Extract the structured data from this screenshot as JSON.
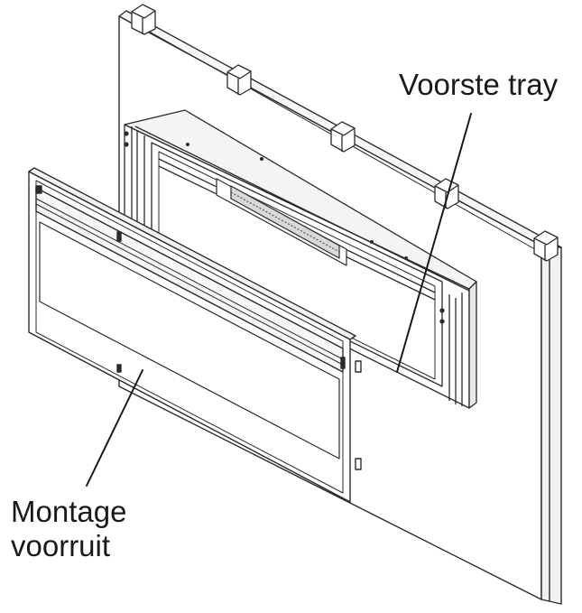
{
  "labels": {
    "front_tray": "Voorste tray",
    "front_glass_line1": "Montage",
    "front_glass_line2": "voorruit"
  },
  "colors": {
    "line": "#2b2b2b",
    "fill": "#ffffff",
    "shade": "#e6e6e6"
  }
}
